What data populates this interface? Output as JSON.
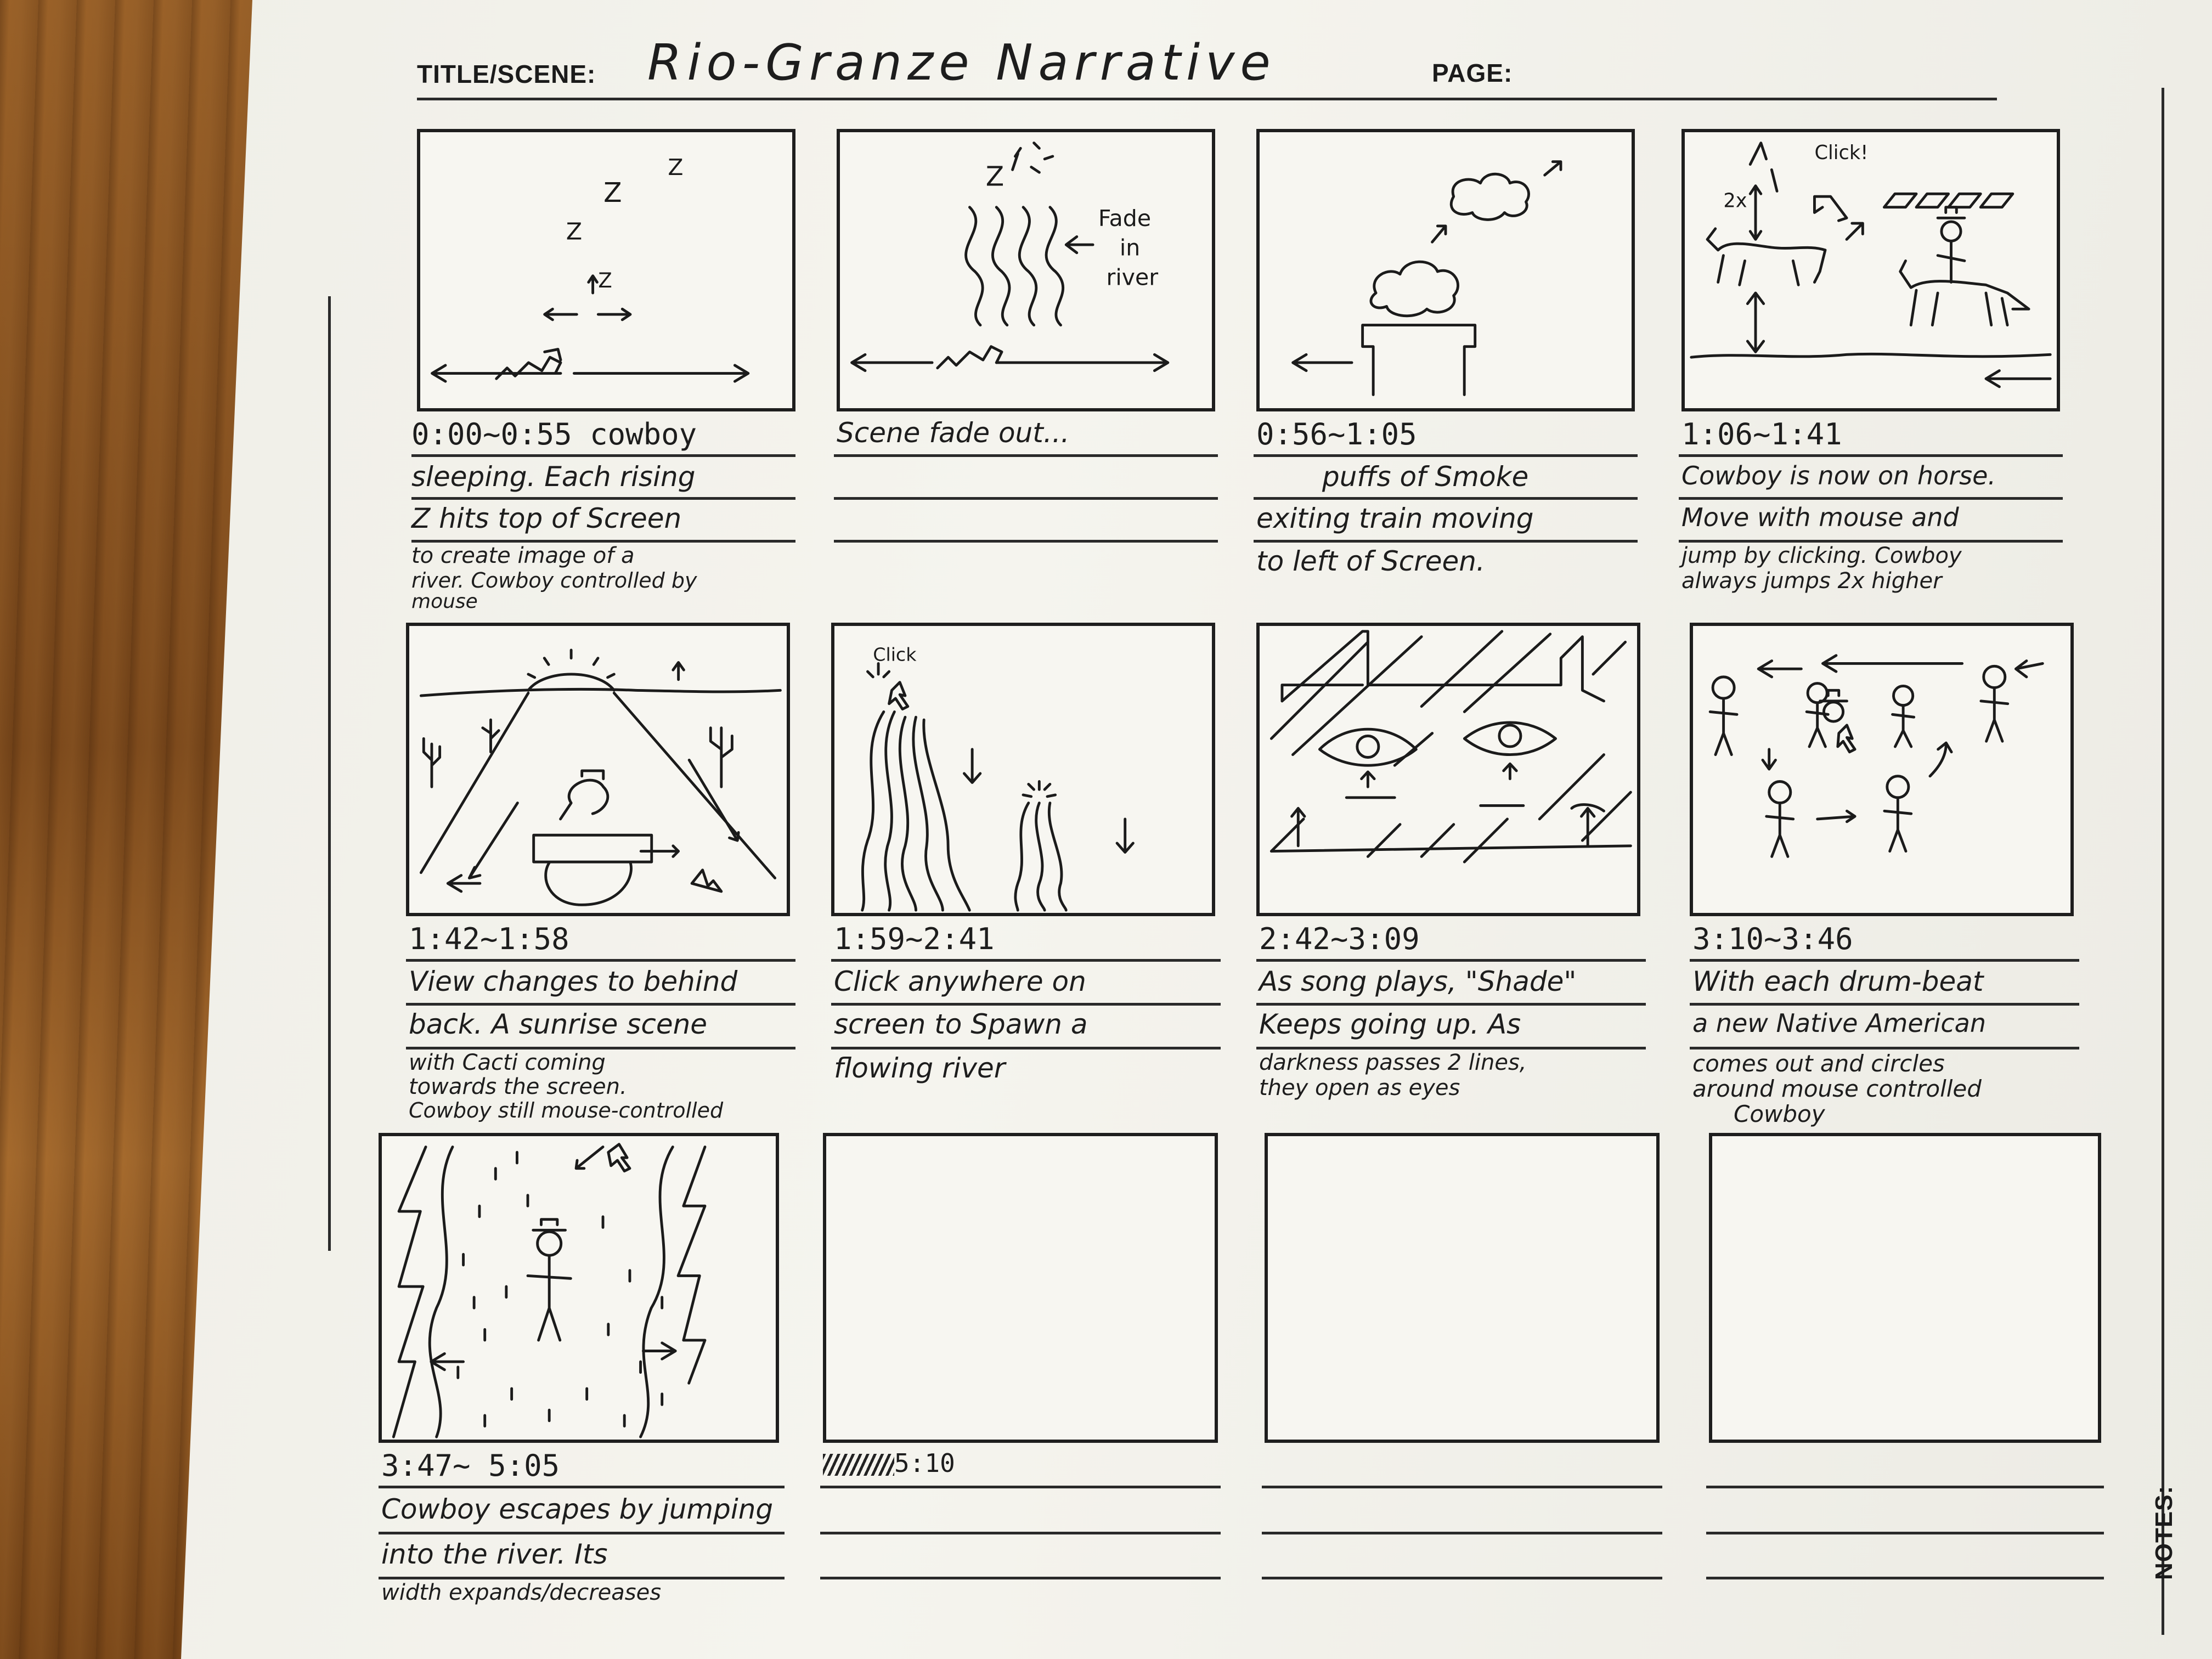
{
  "header": {
    "title_label": "TITLE/SCENE:",
    "title_value": "Rio-Granze Narrative",
    "page_label": "PAGE:",
    "notes_label": "NOTES:"
  },
  "panels": [
    {
      "time": "0:00~0:55 cowboy",
      "lines": [
        "sleeping. Each rising",
        "Z hits top of Screen",
        "to create image of a",
        "river. Cowboy controlled by",
        "mouse"
      ]
    },
    {
      "time": "",
      "lines": [
        "Scene fade out...",
        "",
        "",
        ""
      ]
    },
    {
      "time": "0:56~1:05",
      "lines": [
        "puffs of Smoke",
        "exiting train moving",
        "to left of Screen."
      ]
    },
    {
      "time": "1:06~1:41",
      "lines": [
        "Cowboy is now on horse.",
        "Move with mouse and",
        "jump by clicking. Cowboy",
        "always jumps 2x higher"
      ]
    },
    {
      "time": "1:42~1:58",
      "lines": [
        "View changes to behind",
        "back. A sunrise scene",
        "with Cacti coming",
        "towards the screen.",
        "Cowboy still mouse-controlled"
      ]
    },
    {
      "time": "1:59~2:41",
      "lines": [
        "Click anywhere on",
        "screen to Spawn a",
        "flowing river"
      ]
    },
    {
      "time": "2:42~3:09",
      "lines": [
        "As song plays, \"Shade\"",
        "Keeps going up. As",
        "darkness passes 2 lines,",
        "they open as eyes"
      ]
    },
    {
      "time": "3:10~3:46",
      "lines": [
        "With each drum-beat",
        "a new Native American",
        "comes out and circles",
        "around mouse controlled",
        "Cowboy"
      ]
    },
    {
      "time": "3:47~ 5:05",
      "lines": [
        "Cowboy escapes by jumping",
        "into the river. Its",
        "width expands/decreases"
      ]
    },
    {
      "time": "5:10",
      "lines": []
    },
    {
      "time": "",
      "lines": []
    },
    {
      "time": "",
      "lines": []
    }
  ],
  "sketch_text": {
    "p1_z": "Z",
    "p2_fade": [
      "Fade",
      "in",
      "river"
    ],
    "p4_click": "Click!",
    "p4_2x": "2x",
    "p6_click": "Click"
  }
}
